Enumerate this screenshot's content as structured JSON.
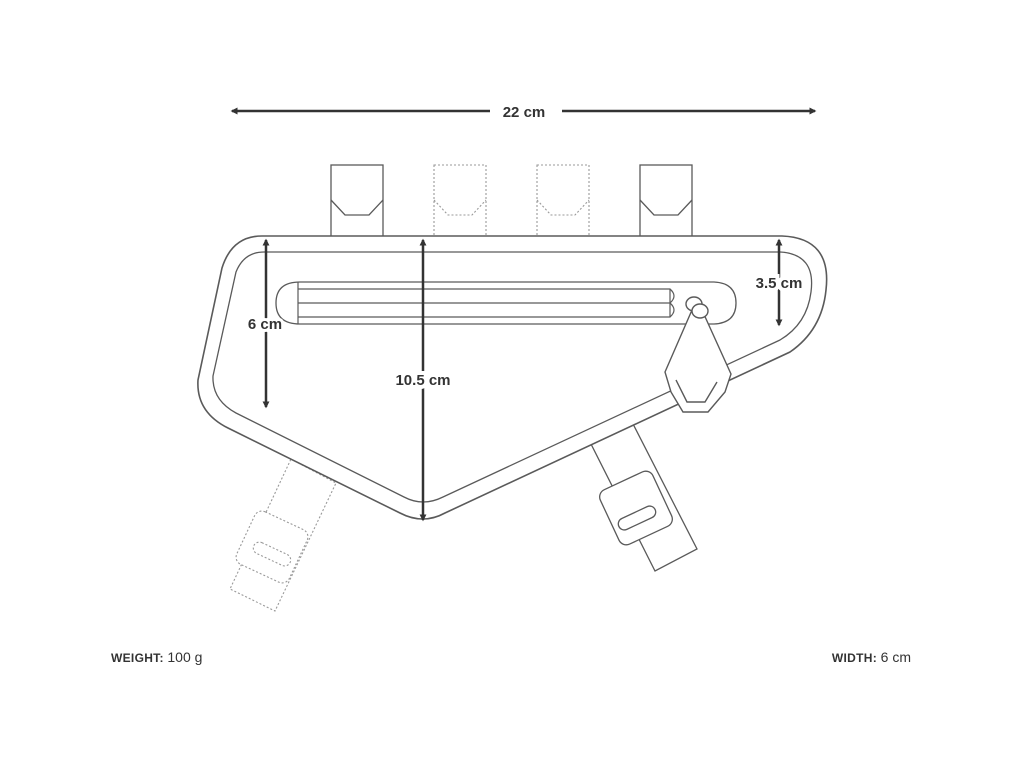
{
  "dimensions": {
    "length": "22 cm",
    "front_height": "6 cm",
    "mid_height": "10.5 cm",
    "rear_height": "3.5 cm"
  },
  "specs": {
    "weight_label": "WEIGHT:",
    "weight_value": "100 g",
    "width_label": "WIDTH:",
    "width_value": "6 cm"
  },
  "colors": {
    "outline": "#5a5a5a",
    "dimension": "#333333",
    "dotted": "#999999"
  }
}
